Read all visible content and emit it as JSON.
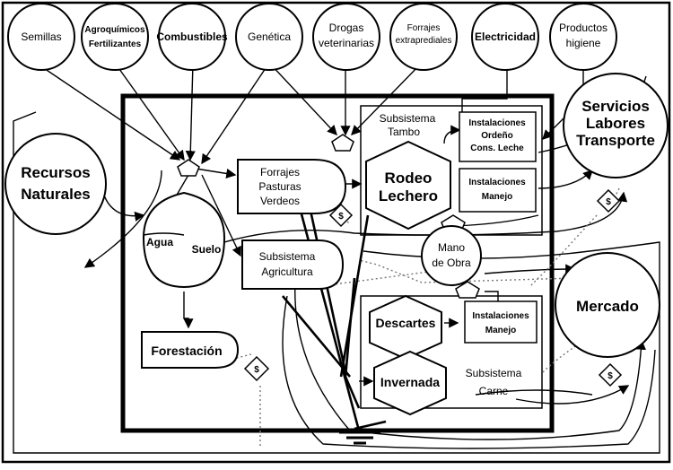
{
  "inputs": {
    "semillas": "Semillas",
    "agroquimicos_1": "Agroquímicos",
    "agroquimicos_2": "Fertilizantes",
    "combustibles": "Combustibles",
    "genetica": "Genética",
    "drogas_1": "Drogas",
    "drogas_2": "veterinarias",
    "forrajes_ext_1": "Forrajes",
    "forrajes_ext_2": "extraprediales",
    "electricidad": "Electricidad",
    "productos_1": "Productos",
    "productos_2": "higiene"
  },
  "recursos": {
    "line1": "Recursos",
    "line2": "Naturales"
  },
  "agua": "Agua",
  "suelo": "Suelo",
  "forestacion": "Forestación",
  "forrajes": {
    "line1": "Forrajes",
    "line2": "Pasturas",
    "line3": "Verdeos"
  },
  "agricultura": {
    "line1": "Subsistema",
    "line2": "Agricultura"
  },
  "tambo": {
    "title1": "Subsistema",
    "title2": "Tambo",
    "rodeo1": "Rodeo",
    "rodeo2": "Lechero",
    "inst1_1": "Instalaciones",
    "inst1_2": "Ordeño",
    "inst1_3": "Cons. Leche",
    "inst2_1": "Instalaciones",
    "inst2_2": "Manejo"
  },
  "mano_obra": {
    "line1": "Mano",
    "line2": "de Obra"
  },
  "carne": {
    "descartes": "Descartes",
    "invernada": "Invernada",
    "inst_1": "Instalaciones",
    "inst_2": "Manejo",
    "title1": "Subsistema",
    "title2": "Carne"
  },
  "servicios": {
    "line1": "Servicios",
    "line2": "Labores",
    "line3": "Transporte"
  },
  "mercado": "Mercado",
  "money": "$"
}
